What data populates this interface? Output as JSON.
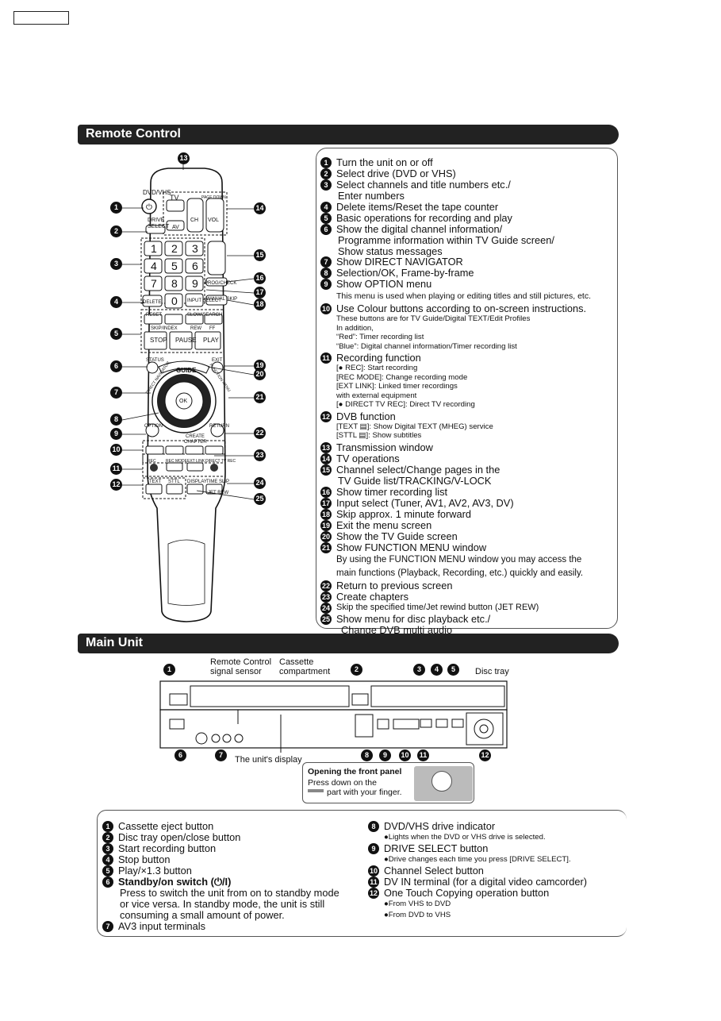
{
  "remote_section": {
    "title": "Remote Control",
    "items": [
      {
        "n": "1",
        "text": "Turn the unit on or off"
      },
      {
        "n": "2",
        "text": "Select drive (DVD or VHS)"
      },
      {
        "n": "3",
        "text": "Select channels and title numbers etc./",
        "cont": "Enter numbers"
      },
      {
        "n": "4",
        "text": "Delete items/Reset the tape counter"
      },
      {
        "n": "5",
        "text": "Basic operations for recording and play"
      },
      {
        "n": "6",
        "text": "Show the digital channel information/",
        "cont": "Programme information within TV Guide screen/",
        "cont2": "Show status messages"
      },
      {
        "n": "7",
        "text": "Show DIRECT NAVIGATOR"
      },
      {
        "n": "8",
        "text": "Selection/OK, Frame-by-frame"
      },
      {
        "n": "9",
        "text": "Show OPTION menu",
        "note": "This menu is used when playing or editing titles and still pictures, etc."
      },
      {
        "n": "10",
        "text": "Use Colour buttons according to on-screen instructions.",
        "notes": [
          "These buttons are for TV Guide/Digital TEXT/Edit Profiles",
          "In addition,",
          "“Red”: Timer recording list",
          "“Blue”: Digital channel information/Timer recording list"
        ]
      },
      {
        "n": "11",
        "text": "Recording function",
        "notes": [
          "[● REC]: Start recording",
          "[REC MODE]: Change recording mode",
          "[EXT LINK]: Linked timer recordings",
          "with external equipment",
          "[● DIRECT TV REC]: Direct TV recording"
        ]
      },
      {
        "n": "12",
        "text": "DVB function",
        "notes": [
          "[TEXT ▤]: Show Digital TEXT (MHEG) service",
          "[STTL ▤]: Show subtitles"
        ]
      },
      {
        "n": "13",
        "text": "Transmission window"
      },
      {
        "n": "14",
        "text": "TV operations"
      },
      {
        "n": "15",
        "text": "Channel select/Change pages in the",
        "cont": "TV Guide list/TRACKING/V-LOCK"
      },
      {
        "n": "16",
        "text": "Show timer recording list"
      },
      {
        "n": "17",
        "text": "Input select (Tuner, AV1, AV2, AV3, DV)"
      },
      {
        "n": "18",
        "text": "Skip approx. 1 minute forward"
      },
      {
        "n": "19",
        "text": "Exit the menu screen"
      },
      {
        "n": "20",
        "text": "Show the TV Guide screen"
      },
      {
        "n": "21",
        "text": "Show FUNCTION MENU window",
        "note2": [
          "By using the FUNCTION MENU window you may access the",
          "main functions (Playback, Recording, etc.) quickly and easily."
        ]
      },
      {
        "n": "22",
        "text": "Return to previous screen"
      },
      {
        "n": "23",
        "text": "Create chapters"
      },
      {
        "n": "24",
        "text": "Skip the specified time/Jet rewind button (JET REW)",
        "small": true
      },
      {
        "n": "25",
        "text": "Show menu for disc playback etc./",
        "cont": "Change DVB multi audio"
      }
    ],
    "remote_labels": {
      "dvd_vhs": "DVD/VHS",
      "tv": "TV",
      "drive_select": "DRIVE SELECT",
      "ch": "CH",
      "vol": "VOL",
      "av": "AV",
      "keys": [
        "1",
        "2",
        "3",
        "4",
        "5",
        "6",
        "7",
        "8",
        "9",
        "0"
      ],
      "delete": "DELETE",
      "reset": "RESET",
      "input_select": "INPUT SELECT",
      "manual_skip": "MANUAL SKIP",
      "prog_check": "PROG/CHECK",
      "slow_search": "SLOW/SEARCH",
      "skip_index": "SKIP/INDEX",
      "rew": "REW",
      "ff": "FF",
      "stop": "STOP",
      "pause": "PAUSE",
      "play": "PLAY",
      "status": "STATUS",
      "exit": "EXIT",
      "guide": "GUIDE",
      "ok": "OK",
      "option": "OPTION",
      "return": "RETURN",
      "create_chapter": "CREATE CHAPTER",
      "rec": "REC",
      "rec_mode": "REC MODE",
      "ext_link": "EXT LINK",
      "direct_tv_rec": "DIRECT TV REC",
      "text": "TEXT",
      "sttl": "STTL",
      "display": "DISPLAY",
      "time_slip": "TIME SLIP",
      "jet_rew": "JET REW",
      "direct_navigator": "DIRECT NAVIGATOR",
      "function_menu": "FUNCTION MENU",
      "page_down": "PAGE DOWN"
    },
    "callouts_left": [
      "1",
      "2",
      "3",
      "4",
      "5",
      "6",
      "7",
      "8",
      "9",
      "10",
      "11",
      "12"
    ],
    "callouts_right": [
      "14",
      "15",
      "16",
      "17",
      "18",
      "19",
      "20",
      "21",
      "22",
      "23",
      "24",
      "25"
    ],
    "callout_top": "13"
  },
  "main_unit_section": {
    "title": "Main Unit",
    "labels": {
      "remote_sensor": "Remote Control",
      "remote_sensor2": "signal sensor",
      "cassette": "Cassette",
      "cassette2": "compartment",
      "disc_tray": "Disc tray",
      "display": "The unit's display",
      "panel_title": "Opening the front panel",
      "panel_line1": "Press down on the",
      "panel_line2": "part with your finger."
    },
    "items_left": [
      {
        "n": "1",
        "text": "Cassette eject button"
      },
      {
        "n": "2",
        "text": "Disc tray open/close button"
      },
      {
        "n": "3",
        "text": "Start recording button"
      },
      {
        "n": "4",
        "text": "Stop button"
      },
      {
        "n": "5",
        "text": "Play/×1.3 button"
      },
      {
        "n": "6",
        "text": "Standby/on switch (⏻/I)",
        "bold": true,
        "cont": [
          "Press to switch the unit from on to standby mode",
          "or vice versa. In standby mode, the unit is still",
          "consuming a small amount of power."
        ]
      },
      {
        "n": "7",
        "text": "AV3 input terminals"
      }
    ],
    "items_right": [
      {
        "n": "8",
        "text": "DVD/VHS drive indicator",
        "sub": "●Lights when the DVD or VHS drive is selected."
      },
      {
        "n": "9",
        "text": "DRIVE SELECT button",
        "sub": "●Drive changes each time you press [DRIVE SELECT]."
      },
      {
        "n": "10",
        "text": "Channel Select button"
      },
      {
        "n": "11",
        "text": "DV IN terminal (for a digital video camcorder)"
      },
      {
        "n": "12",
        "text": "One Touch Copying operation button",
        "subs": [
          "●From VHS to DVD",
          "●From DVD to VHS"
        ]
      }
    ]
  }
}
